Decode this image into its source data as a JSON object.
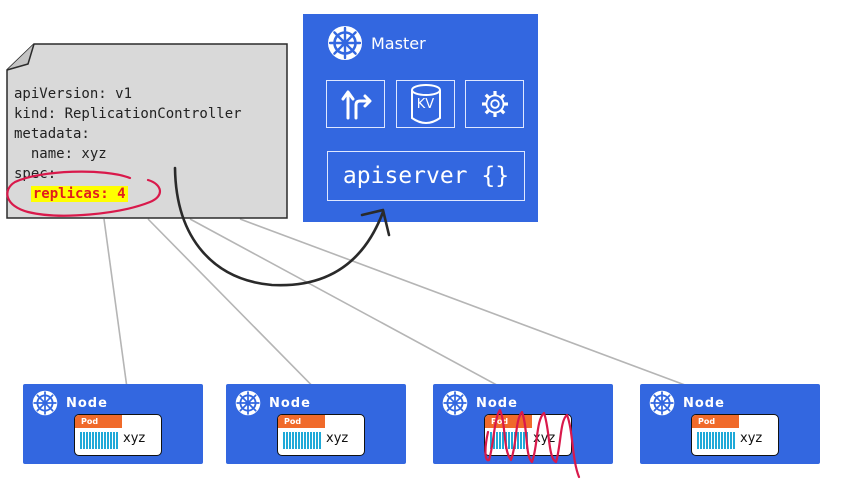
{
  "yaml": {
    "lines": [
      "apiVersion: v1",
      "kind: ReplicationController",
      "metadata:",
      "  name: xyz",
      "spec:"
    ],
    "highlight": "replicas: 4"
  },
  "master": {
    "title": "Master",
    "kv_label": "KV",
    "apiserver_label": "apiserver {}"
  },
  "nodes": [
    {
      "label": "Node",
      "pod_tag": "Pod",
      "pod_name": "xyz"
    },
    {
      "label": "Node",
      "pod_tag": "Pod",
      "pod_name": "xyz"
    },
    {
      "label": "Node",
      "pod_tag": "Pod",
      "pod_name": "xyz"
    },
    {
      "label": "Node",
      "pod_tag": "Pod",
      "pod_name": "xyz"
    }
  ],
  "colors": {
    "blue": "#3367e0",
    "pod_orange": "#f06a2a",
    "container_cyan": "#1fa9d8",
    "annotation_red": "#d9194b",
    "highlight_yellow": "#ffff00"
  }
}
